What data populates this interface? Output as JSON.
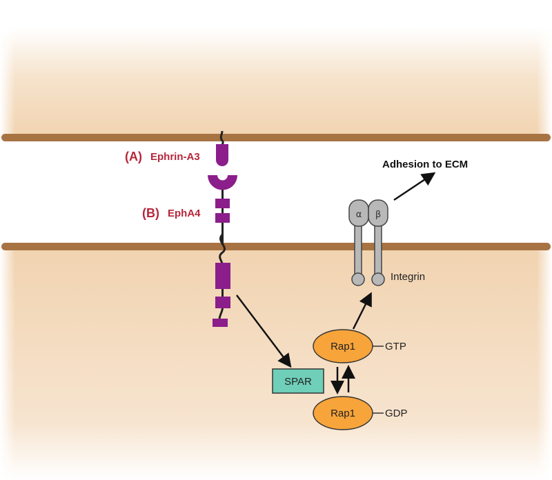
{
  "labels": {
    "ephrin_prefix": "(A)",
    "ephrin_name": "Ephrin-A3",
    "eph_prefix": "(B)",
    "eph_name": "EphA4",
    "adhesion": "Adhesion to ECM",
    "integrin": "Integrin",
    "alpha": "α",
    "beta": "β",
    "rap1_top": "Rap1",
    "rap1_bottom": "Rap1",
    "gtp": "GTP",
    "gdp": "GDP",
    "spar": "SPAR"
  },
  "colors": {
    "membrane": "#a87343",
    "ephrin_eph": "#8b1e8b",
    "rap1": "#f7a43b",
    "spar": "#6fcfb8",
    "integrin": "#b8b8b8",
    "label_red": "#b5263a",
    "background_cell": "#f3d6b3"
  }
}
